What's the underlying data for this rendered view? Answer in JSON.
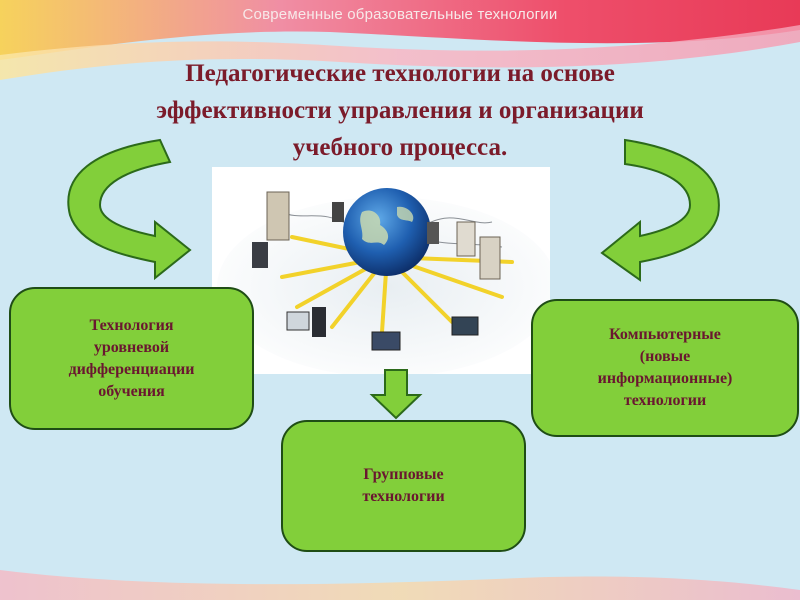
{
  "header": {
    "subtitle": "Современные образовательные технологии"
  },
  "title": {
    "lines": [
      "Педагогические технологии на основе",
      "эффективности управления и организации",
      "учебного процесса."
    ]
  },
  "boxes": {
    "left": "Технология\nуровневой\nдифференциации\nобучения",
    "right": "Компьютерные\n(новые\nинформационные)\nтехнологии",
    "bottom": "Групповые\nтехнологии"
  },
  "colors": {
    "box_fill": "#82cf3a",
    "box_border": "#1f4d15",
    "box_text": "#6a1730",
    "title_text": "#7b1b2a",
    "background": "#cfe8f3"
  },
  "illustration": {
    "subject": "globe-network-icon"
  }
}
